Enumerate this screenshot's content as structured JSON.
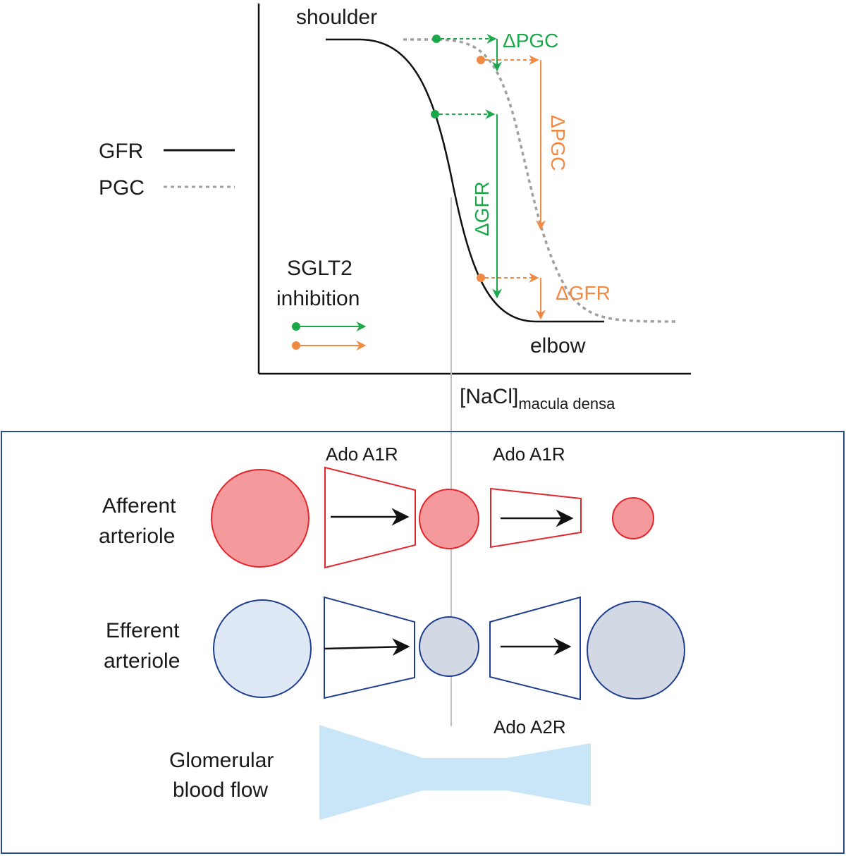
{
  "legend": {
    "gfr_label": "GFR",
    "pgc_label": "PGC"
  },
  "curve_labels": {
    "shoulder": "shoulder",
    "elbow": "elbow"
  },
  "axis": {
    "xlabel_main": "[NaCl]",
    "xlabel_sub": "macula densa"
  },
  "annotations": {
    "delta_pgc_green": "ΔPGC",
    "delta_pgc_orange": "ΔPGC",
    "delta_gfr_green": "ΔGFR",
    "delta_gfr_orange": "ΔGFR"
  },
  "sglt2": {
    "line1": "SGLT2",
    "line2": "inhibition"
  },
  "rows": {
    "afferent_line1": "Afferent",
    "afferent_line2": "arteriole",
    "efferent_line1": "Efferent",
    "efferent_line2": "arteriole",
    "flow_line1": "Glomerular",
    "flow_line2": "blood flow"
  },
  "receptors": {
    "a1r_left": "Ado A1R",
    "a1r_right": "Ado A1R",
    "a2r": "Ado A2R"
  },
  "colors": {
    "green": "#1aa84a",
    "orange": "#f08a43",
    "afferent_stroke": "#e2262b",
    "afferent_fill": "#f4999c",
    "efferent_stroke": "#1f3e8f",
    "efferent_fill_light": "#dfe9f6",
    "efferent_fill_dark": "#d2d9e5",
    "flow_fill": "#c9e6f8",
    "frame": "#2a4a90",
    "pgc_curve": "#a0a0a0",
    "guide_line": "#c0c0c0"
  }
}
